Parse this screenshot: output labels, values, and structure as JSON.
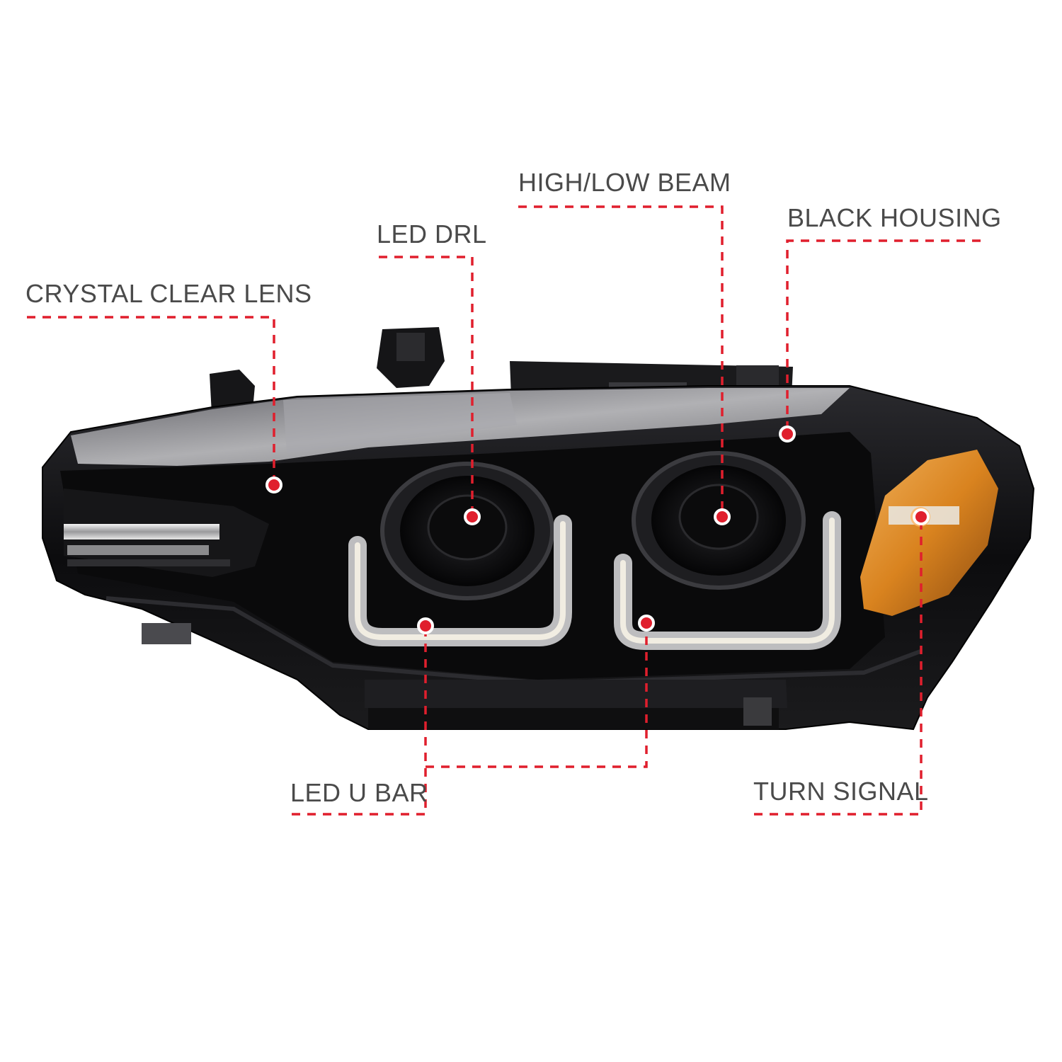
{
  "callouts": {
    "crystal_clear_lens": "CRYSTAL CLEAR LENS",
    "led_drl": "LED DRL",
    "high_low_beam": "HIGH/LOW BEAM",
    "black_housing": "BLACK HOUSING",
    "led_u_bar": "LED U BAR",
    "turn_signal": "TURN SIGNAL"
  },
  "colors": {
    "leader_line": "#e01f2d",
    "label_text": "#4a4a4a",
    "housing": "#0e0e10",
    "amber": "#e89a2a"
  }
}
